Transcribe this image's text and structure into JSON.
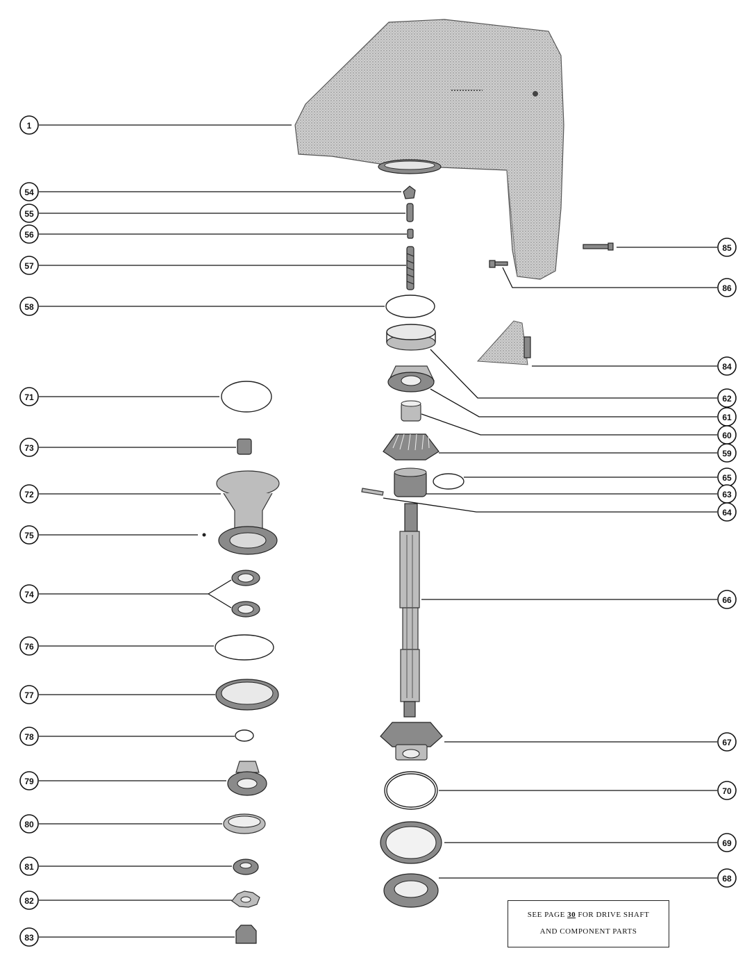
{
  "note": {
    "line1_pre": "SEE PAGE ",
    "page_ref": "30",
    "line1_post": " FOR DRIVE SHAFT",
    "line2": "AND COMPONENT PARTS"
  },
  "callouts": [
    "1",
    "54",
    "55",
    "56",
    "57",
    "58",
    "71",
    "73",
    "72",
    "75",
    "74",
    "76",
    "77",
    "78",
    "79",
    "80",
    "81",
    "82",
    "83",
    "85",
    "86",
    "84",
    "62",
    "61",
    "60",
    "59",
    "65",
    "63",
    "64",
    "66",
    "67",
    "70",
    "69",
    "68"
  ],
  "colors": {
    "ink": "#111111",
    "housing": "#bdbdbd",
    "background": "#ffffff"
  }
}
